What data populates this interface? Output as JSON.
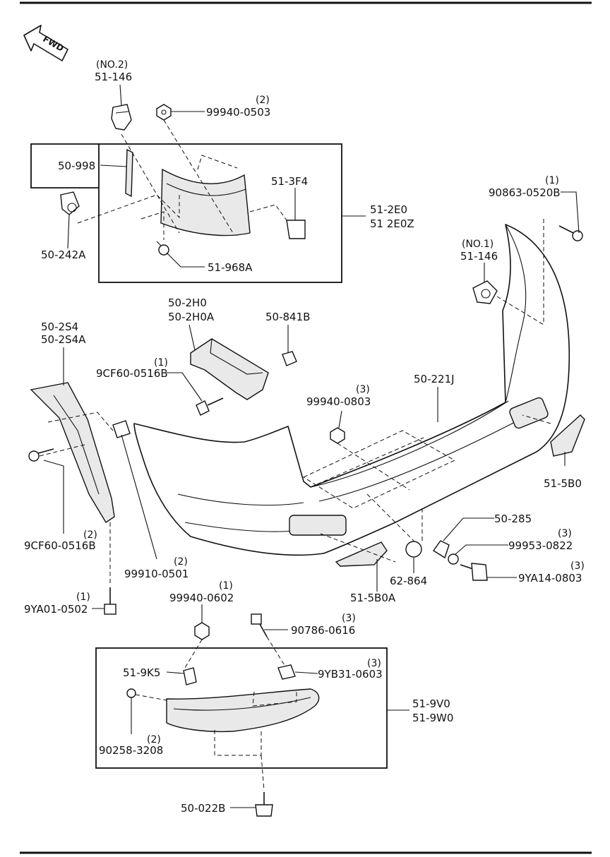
{
  "fwd_label": "FWD",
  "labels": {
    "p51_146_no2_note": "(NO.2)",
    "p51_146_a": "51-146",
    "p99940_0503_qty": "(2)",
    "p99940_0503": "99940-0503",
    "p50_998": "50-998",
    "p51_3f4": "51-3F4",
    "p51_2e0": "51-2E0",
    "p51_2e0z": "51 2E0Z",
    "p50_242a": "50-242A",
    "p51_968a": "51-968A",
    "p90863_qty": "(1)",
    "p90863": "90863-0520B",
    "p51_146_no1_note": "(NO.1)",
    "p51_146_b": "51-146",
    "p50_2h0": "50-2H0",
    "p50_2h0a": "50-2H0A",
    "p50_841b": "50-841B",
    "p50_2s4": "50-2S4",
    "p50_2s4a": "50-2S4A",
    "p9cf60_a_qty": "(1)",
    "p9cf60_a": "9CF60-0516B",
    "p99940_0803_qty": "(3)",
    "p99940_0803": "99940-0803",
    "p50_221j": "50-221J",
    "p51_5b0": "51-5B0",
    "p50_285": "50-285",
    "p99953_qty": "(3)",
    "p99953": "99953-0822",
    "p9ya14_qty": "(3)",
    "p9ya14": "9YA14-0803",
    "p9cf60_b_qty": "(2)",
    "p9cf60_b": "9CF60-0516B",
    "p99910_qty": "(2)",
    "p99910": "99910-0501",
    "p62_864": "62-864",
    "p51_5b0a": "51-5B0A",
    "p9ya01_qty": "(1)",
    "p9ya01": "9YA01-0502",
    "p99940_0602_qty": "(1)",
    "p99940_0602": "99940-0602",
    "p90786_qty": "(3)",
    "p90786": "90786-0616",
    "p51_9k5": "51-9K5",
    "p9yb31_qty": "(3)",
    "p9yb31": "9YB31-0603",
    "p51_9v0": "51-9V0",
    "p51_9w0": "51-9W0",
    "p90258_qty": "(2)",
    "p90258": "90258-3208",
    "p50_022b": "50-022B"
  }
}
